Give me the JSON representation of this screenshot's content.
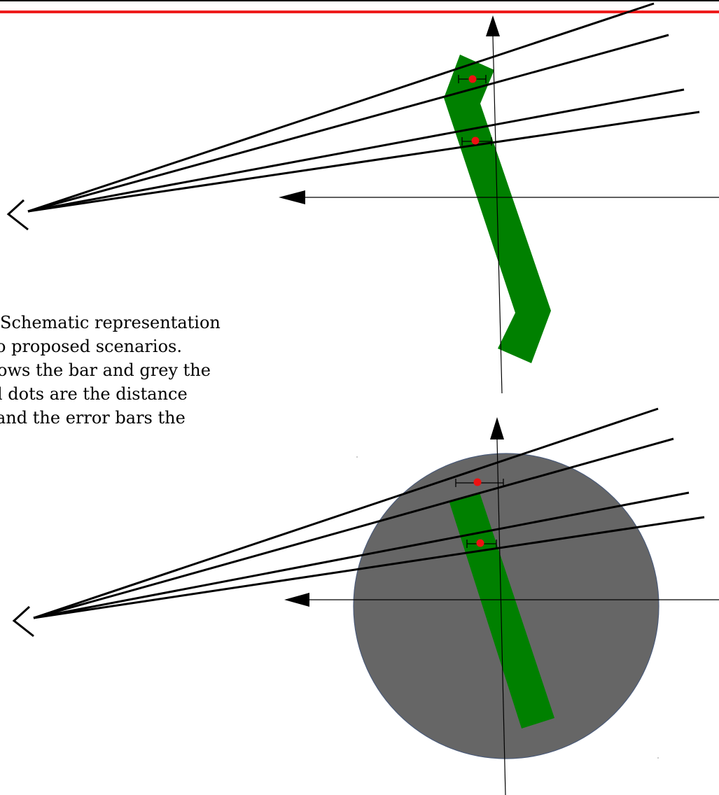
{
  "caption": {
    "lines": [
      "Schematic representation",
      "o proposed scenarios.",
      "ows the bar and grey the",
      "l dots are the distance",
      " and the error bars the"
    ]
  },
  "colors": {
    "header_rule": "#ee1c1c",
    "bar": "#008000",
    "bulge": "#666666",
    "bulge_outline": "#4a5a78",
    "distance_dot": "#ee1111",
    "sightline": "#000000"
  },
  "panels": [
    {
      "name": "bar-only-scenario",
      "components": [
        "bar",
        "observer",
        "sightlines",
        "distance-estimates"
      ]
    },
    {
      "name": "bar-plus-bulge-scenario",
      "components": [
        "bulge",
        "bar",
        "observer",
        "sightlines",
        "distance-estimates"
      ]
    }
  ]
}
